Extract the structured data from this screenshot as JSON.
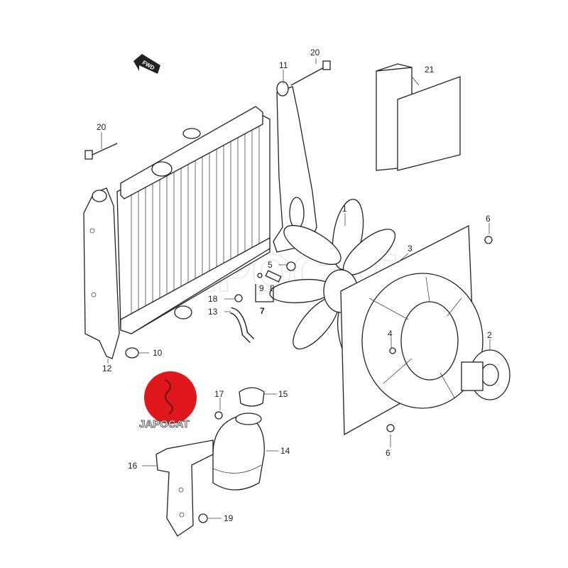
{
  "diagram": {
    "direction_marker": "FWD",
    "watermark": "JAPOCAT",
    "logo": {
      "text": "JAPOCAT",
      "color": "#e0181b"
    },
    "callouts": {
      "c1": "1",
      "c2": "2",
      "c3": "3",
      "c4": "4",
      "c5": "5",
      "c6a": "6",
      "c6b": "6",
      "c7": "7",
      "c8": "8",
      "c9": "9",
      "c10": "10",
      "c11": "11",
      "c12": "12",
      "c13": "13",
      "c14": "14",
      "c15": "15",
      "c16": "16",
      "c17": "17",
      "c18": "18",
      "c19": "19",
      "c20a": "20",
      "c20b": "20",
      "c21": "21"
    }
  }
}
